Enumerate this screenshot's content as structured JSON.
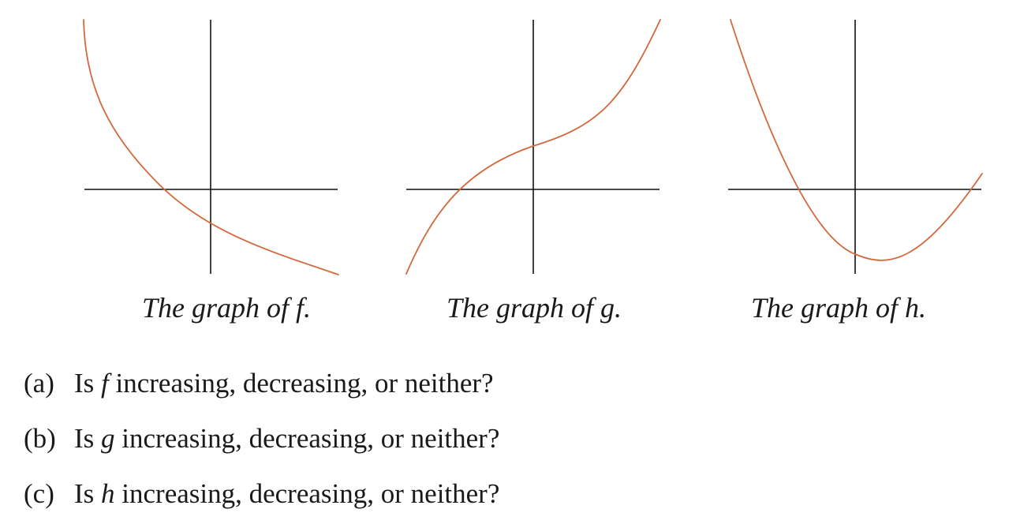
{
  "graphs": [
    {
      "caption_prefix": "The graph of ",
      "function": "f",
      "caption_suffix": ".",
      "curve_color": "#d2693c"
    },
    {
      "caption_prefix": "The graph of ",
      "function": "g",
      "caption_suffix": ".",
      "curve_color": "#d2693c"
    },
    {
      "caption_prefix": "The graph of ",
      "function": "h",
      "caption_suffix": ".",
      "curve_color": "#d2693c"
    }
  ],
  "questions": [
    {
      "label": "(a)",
      "pre": "Is ",
      "var": "f",
      "post": " increasing, decreasing, or neither?"
    },
    {
      "label": "(b)",
      "pre": "Is ",
      "var": "g",
      "post": " increasing, decreasing, or neither?"
    },
    {
      "label": "(c)",
      "pre": "Is ",
      "var": "h",
      "post": " increasing, decreasing, or neither?"
    }
  ]
}
